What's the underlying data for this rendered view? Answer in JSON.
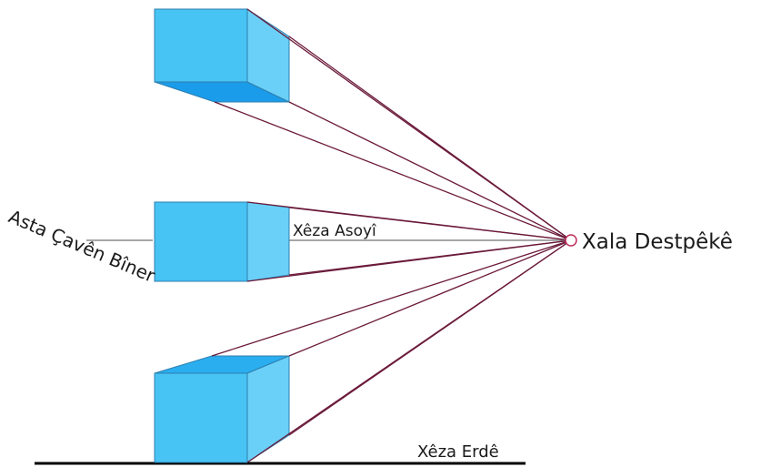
{
  "labels": {
    "vanishing_point": "Xala Destpêkê",
    "horizon_line": "Xêza Asoyî",
    "eye_level": "Asta Çavên Bîner",
    "ground_line": "Xêza Erdê"
  },
  "colors": {
    "background": "#ffffff",
    "cube_front": "#47c3f4",
    "cube_side": "#6ad0f7",
    "cube_bottom": "#1a9cea",
    "cube_top": "#2aaef0",
    "cube_edge": "#2f7fae",
    "converging_lines": "#6b1a3a",
    "horizon_line": "#8a8a8a",
    "ground_line": "#000000",
    "vanishing_point_marker": "#c0305a",
    "text": "#1a1a1a"
  },
  "cubes": [
    {
      "position": "above-horizon",
      "visible_extra_face": "bottom"
    },
    {
      "position": "on-horizon",
      "visible_extra_face": "none"
    },
    {
      "position": "below-horizon",
      "visible_extra_face": "top"
    }
  ]
}
